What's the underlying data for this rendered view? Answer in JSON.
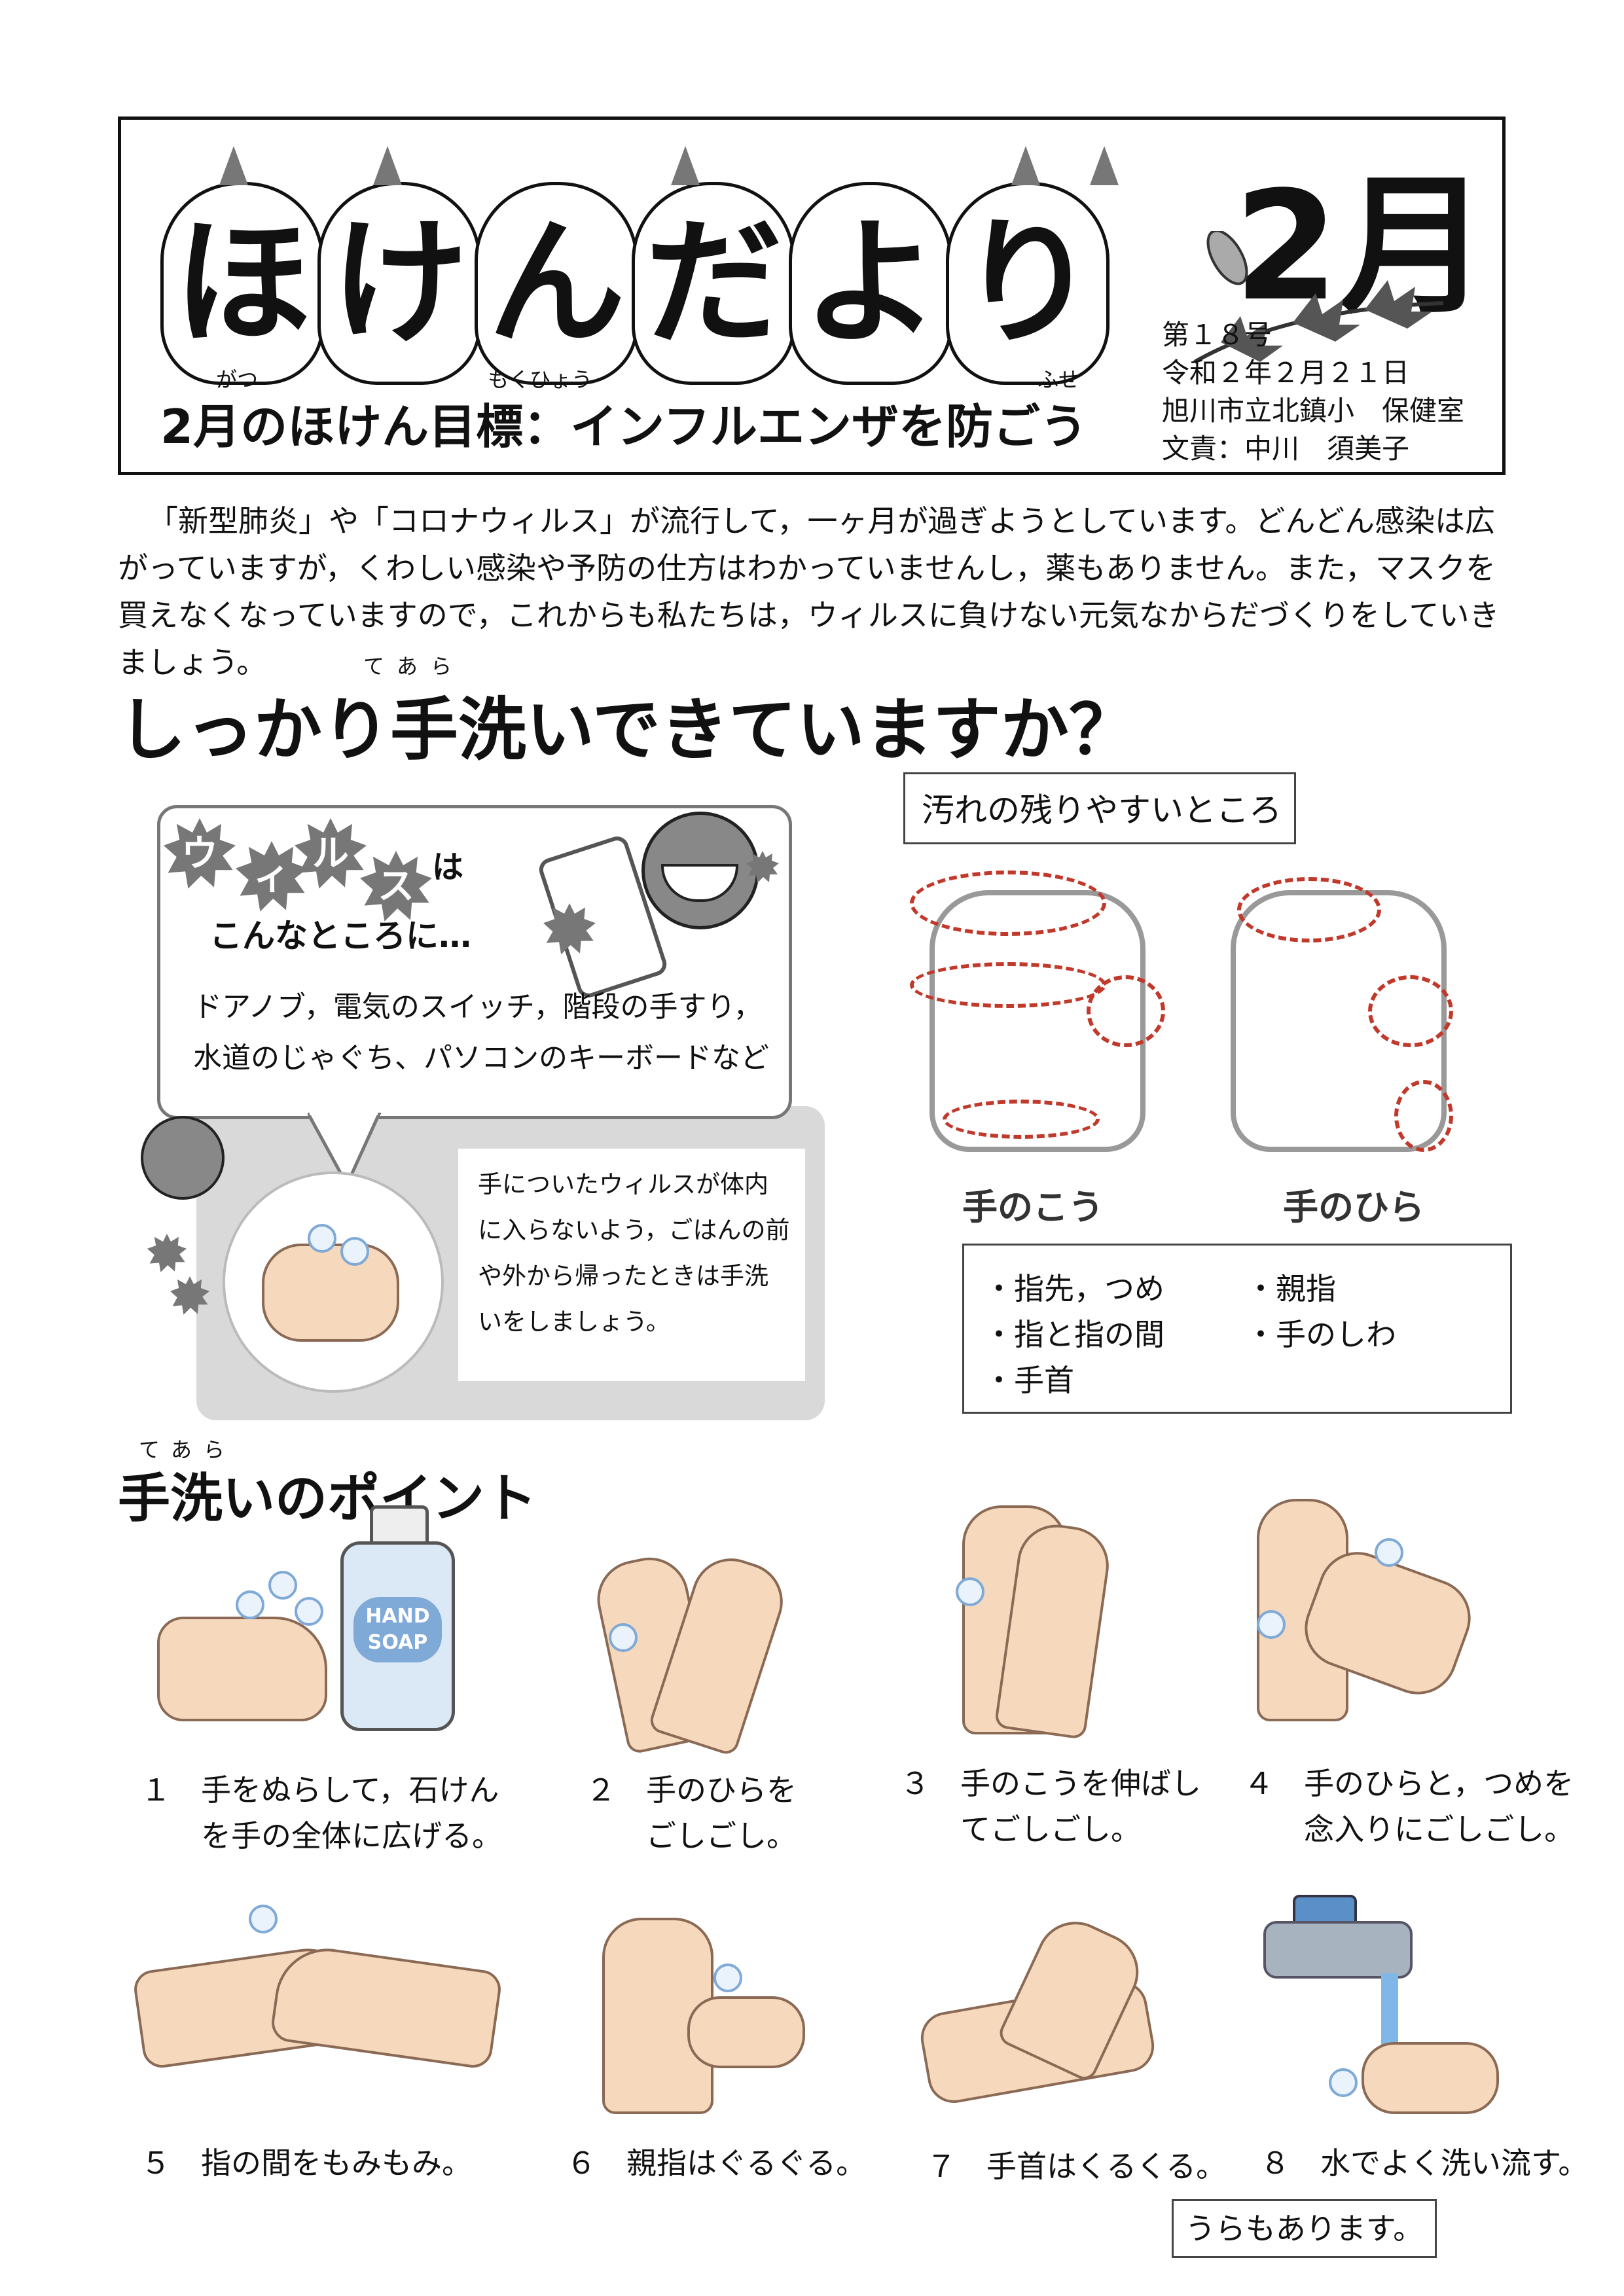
{
  "header": {
    "title_chars": [
      "ほ",
      "け",
      "ん",
      "だ",
      "よ",
      "り"
    ],
    "month": "2月",
    "issue_no": "第１８号",
    "date": "令和２年２月２１日",
    "school": "旭川市立北鎮小　保健室",
    "author": "文責：中川　須美子",
    "goal": "2月のほけん目標：インフルエンザを防ごう",
    "goal_ruby": {
      "gatsu": "がつ",
      "mokuhyou": "もくひょう",
      "fuse": "ふせ"
    }
  },
  "intro": {
    "text": "「新型肺炎」や「コロナウィルス」が流行して，一ヶ月が過ぎようとしています。どんどん感染は広がっていますが，くわしい感染や予防の仕方はわかっていませんし，薬もありません。また，マスクを買えなくなっていますので，これからも私たちは，ウィルスに負けない元気なからだづくりをしていきましょう。"
  },
  "section_check": {
    "title": "しっかり手洗いできていますか？",
    "ruby": "てあら"
  },
  "virus": {
    "word_chars": [
      "ウ",
      "ィ",
      "ル",
      "ス"
    ],
    "wa": "は",
    "subtitle": "こんなところに…",
    "places_line1": "ドアノブ，電気のスイッチ，階段の手すり，",
    "places_line2": "水道のじゃぐち、パソコンのキーボードなど",
    "note": "手についたウィルスが体内に入らないよう，ごはんの前や外から帰ったときは手洗いをしましょう。"
  },
  "dirty": {
    "label": "汚れの残りやすいところ",
    "caption_back": "手のこう",
    "caption_palm": "手のひら",
    "spots": [
      "・指先，つめ",
      "・指と指の間",
      "・手首",
      "・親指",
      "・手のしわ"
    ]
  },
  "points": {
    "title": "手洗いのポイント",
    "ruby": "てあら",
    "soap_label": "HAND SOAP",
    "steps": [
      {
        "line1": "１　手をぬらして，石けん",
        "line2": "　　を手の全体に広げる。"
      },
      {
        "line1": "２　手のひらを",
        "line2": "　　ごしごし。"
      },
      {
        "line1": "３　手のこうを伸ばし",
        "line2": "　　てごしごし。"
      },
      {
        "line1": "４　手のひらと，つめを",
        "line2": "　　念入りにごしごし。"
      },
      {
        "line1": "５　指の間をもみもみ。",
        "line2": ""
      },
      {
        "line1": "６　親指はぐるぐる。",
        "line2": ""
      },
      {
        "line1": "７　手首はくるくる。",
        "line2": ""
      },
      {
        "line1": "８　水でよく洗い流す。",
        "line2": ""
      }
    ]
  },
  "back_note": "うらもあります。"
}
